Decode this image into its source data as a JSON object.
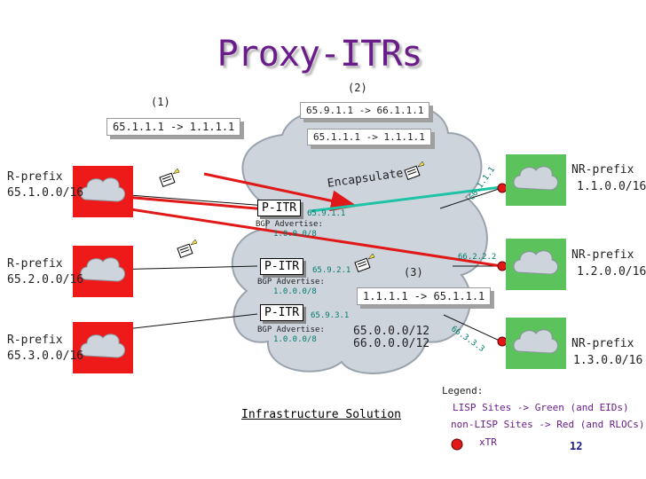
{
  "title": "Proxy-ITRs",
  "steps": {
    "s1": "(1)",
    "s2": "(2)",
    "s3": "(3)"
  },
  "messages": {
    "m1": "65.1.1.1 -> 1.1.1.1",
    "m2_outer": "65.9.1.1 -> 66.1.1.1",
    "m2_inner": "65.1.1.1 -> 1.1.1.1",
    "m3": "1.1.1.1 -> 65.1.1.1"
  },
  "r_sites": [
    {
      "label": "R-prefix",
      "prefix": "65.1.0.0/16"
    },
    {
      "label": "R-prefix",
      "prefix": "65.2.0.0/16"
    },
    {
      "label": "R-prefix",
      "prefix": "65.3.0.0/16"
    }
  ],
  "nr_sites": [
    {
      "label": "NR-prefix",
      "prefix": "1.1.0.0/16"
    },
    {
      "label": "NR-prefix",
      "prefix": "1.2.0.0/16"
    },
    {
      "label": "NR-prefix",
      "prefix": "1.3.0.0/16"
    }
  ],
  "pitrs": [
    {
      "label": "P-ITR",
      "addr": "65.9.1.1",
      "adv_label": "BGP Advertise:",
      "adv_prefix": "1.0.0.0/8"
    },
    {
      "label": "P-ITR",
      "addr": "65.9.2.1",
      "adv_label": "BGP Advertise:",
      "adv_prefix": "1.0.0.0/8"
    },
    {
      "label": "P-ITR",
      "addr": "65.9.3.1",
      "adv_label": "BGP Advertise:",
      "adv_prefix": "1.0.0.0/8"
    }
  ],
  "encapsulate": "Encapsulate",
  "rlocs": {
    "r1": "66.1.1.1",
    "r2": "66.2.2.2",
    "r3": "66.3.3.3"
  },
  "core_prefixes": [
    "65.0.0.0/12",
    "66.0.0.0/12"
  ],
  "infra_label": "Infrastructure Solution",
  "legend": {
    "title": "Legend:",
    "line1": "LISP Sites -> Green (and EIDs)",
    "line2": "non-LISP Sites -> Red (and RLOCs)",
    "line3": "xTR"
  },
  "page_number": "12",
  "colors": {
    "lisp_site": "#5bc25c",
    "nonlisp_site": "#ee1a1a",
    "title": "#6a1d8a",
    "teal_text": "#007a6d",
    "arrow_red": "#e01818",
    "arrow_teal": "#1ec3a6"
  }
}
